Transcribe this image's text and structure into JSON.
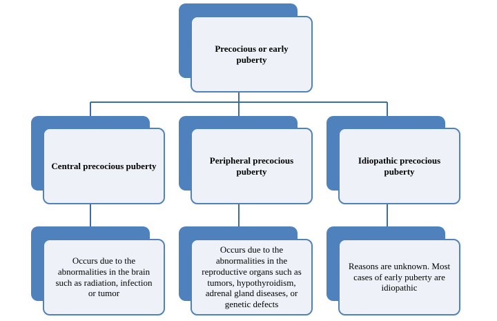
{
  "diagram": {
    "root": {
      "label": "Precocious or early puberty"
    },
    "types": [
      {
        "label": "Central precocious puberty",
        "description": "Occurs due to the abnormalities in the brain such as radiation, infection  or tumor"
      },
      {
        "label": "Peripheral  precocious puberty",
        "description": "Occurs due to the abnormalities in the reproductive organs such as tumors, hypothyroidism, adrenal gland diseases, or genetic defects"
      },
      {
        "label": "Idiopathic precocious puberty",
        "description": "Reasons are unknown.  Most cases of early puberty are idiopathic"
      }
    ],
    "colors": {
      "accent": "#4f81bd",
      "box_fill": "#eef2f8",
      "connector": "#3c6e9c"
    }
  }
}
